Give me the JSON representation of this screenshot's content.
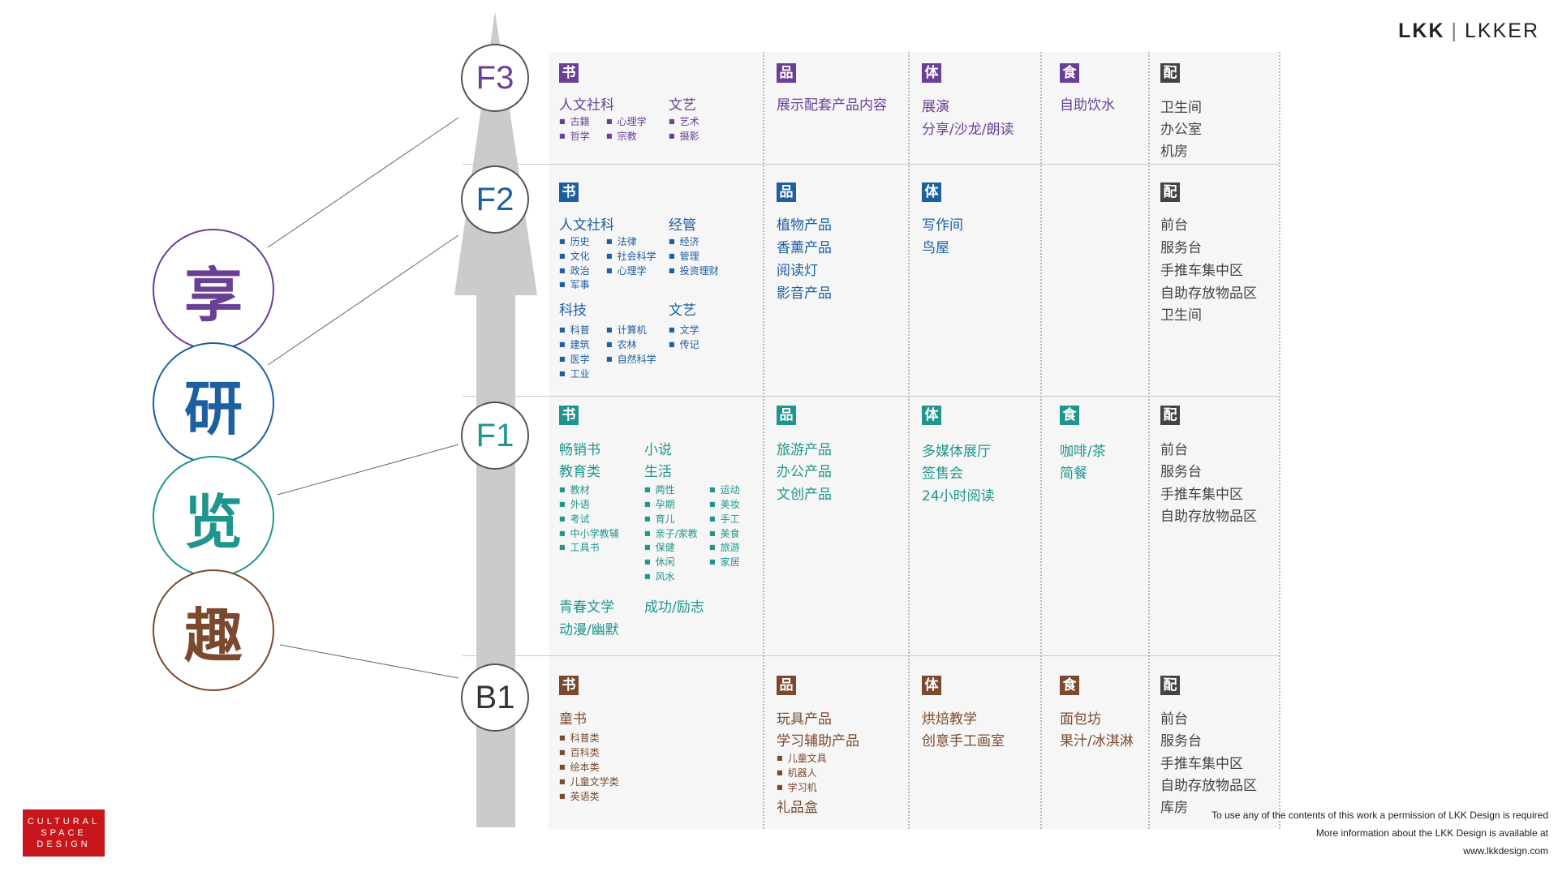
{
  "brand": {
    "left": "LKK",
    "right": "LKKER"
  },
  "floors": [
    "F3",
    "F2",
    "F1",
    "B1"
  ],
  "themes": [
    "享",
    "研",
    "览",
    "趣"
  ],
  "badges": {
    "book": "书",
    "product": "品",
    "exp": "体",
    "food": "食",
    "support": "配"
  },
  "colors": {
    "f3": "#6a3f96",
    "f2": "#1e5fa0",
    "f1": "#20958e",
    "b1": "#7b4a2e",
    "support": "#333333"
  },
  "f3": {
    "book": {
      "c1_head": "人文社科",
      "c1": [
        "古籍",
        "哲学"
      ],
      "c1b": [
        "心理学",
        "宗教"
      ],
      "c2_head": "文艺",
      "c2": [
        "艺术",
        "摄影"
      ]
    },
    "product": [
      "展示配套产品内容"
    ],
    "exp": [
      "展演",
      "分享/沙龙/朗读"
    ],
    "food": [
      "自助饮水"
    ],
    "support": [
      "卫生间",
      "办公室",
      "机房"
    ]
  },
  "f2": {
    "book": {
      "h1": "人文社科",
      "l1a": [
        "历史",
        "文化",
        "政治",
        "军事"
      ],
      "l1b": [
        "法律",
        "社会科学",
        "心理学"
      ],
      "h2": "经管",
      "l2": [
        "经济",
        "管理",
        "投资理财"
      ],
      "h3": "科技",
      "l3a": [
        "科普",
        "建筑",
        "医学",
        "工业"
      ],
      "l3b": [
        "计算机",
        "农林",
        "自然科学"
      ],
      "h4": "文艺",
      "l4": [
        "文学",
        "传记"
      ]
    },
    "product": [
      "植物产品",
      "香薰产品",
      "阅读灯",
      "影音产品"
    ],
    "exp": [
      "写作间",
      "鸟屋"
    ],
    "support": [
      "前台",
      "服务台",
      "手推车集中区",
      "自助存放物品区",
      "卫生间"
    ]
  },
  "f1": {
    "book": {
      "h1": [
        "畅销书",
        "教育类"
      ],
      "l1": [
        "教材",
        "外语",
        "考试",
        "中小学教辅",
        "工具书"
      ],
      "h2": [
        "小说",
        "生活"
      ],
      "l2": [
        "两性",
        "孕期",
        "育儿",
        "亲子/家教",
        "保健",
        "休闲",
        "风水"
      ],
      "l3": [
        "运动",
        "美妆",
        "手工",
        "美食",
        "旅游",
        "家居"
      ],
      "extra1": [
        "青春文学",
        "动漫/幽默"
      ],
      "extra2": "成功/励志"
    },
    "product": [
      "旅游产品",
      "办公产品",
      "文创产品"
    ],
    "exp": [
      "多媒体展厅",
      "签售会",
      "24小时阅读"
    ],
    "food": [
      "咖啡/茶",
      "简餐"
    ],
    "support": [
      "前台",
      "服务台",
      "手推车集中区",
      "自助存放物品区"
    ]
  },
  "b1": {
    "book": {
      "h": "童书",
      "l": [
        "科普类",
        "百科类",
        "绘本类",
        "儿童文学类",
        "英语类"
      ]
    },
    "product": {
      "h": [
        "玩具产品",
        "学习辅助产品"
      ],
      "l": [
        "儿童文具",
        "机器人",
        "学习机"
      ],
      "tail": "礼品盒"
    },
    "exp": [
      "烘焙教学",
      "创意手工画室"
    ],
    "food": [
      "面包坊",
      "果汁/冰淇淋"
    ],
    "support": [
      "前台",
      "服务台",
      "手推车集中区",
      "自助存放物品区",
      "库房"
    ]
  },
  "footer": {
    "logo": [
      "CULTURAL",
      "SPACE",
      "DESIGN"
    ],
    "copyright": [
      "To use any of the contents of this work a permission of LKK Design is required",
      "More information about the LKK Design is available at",
      "www.lkkdesign.com"
    ]
  }
}
